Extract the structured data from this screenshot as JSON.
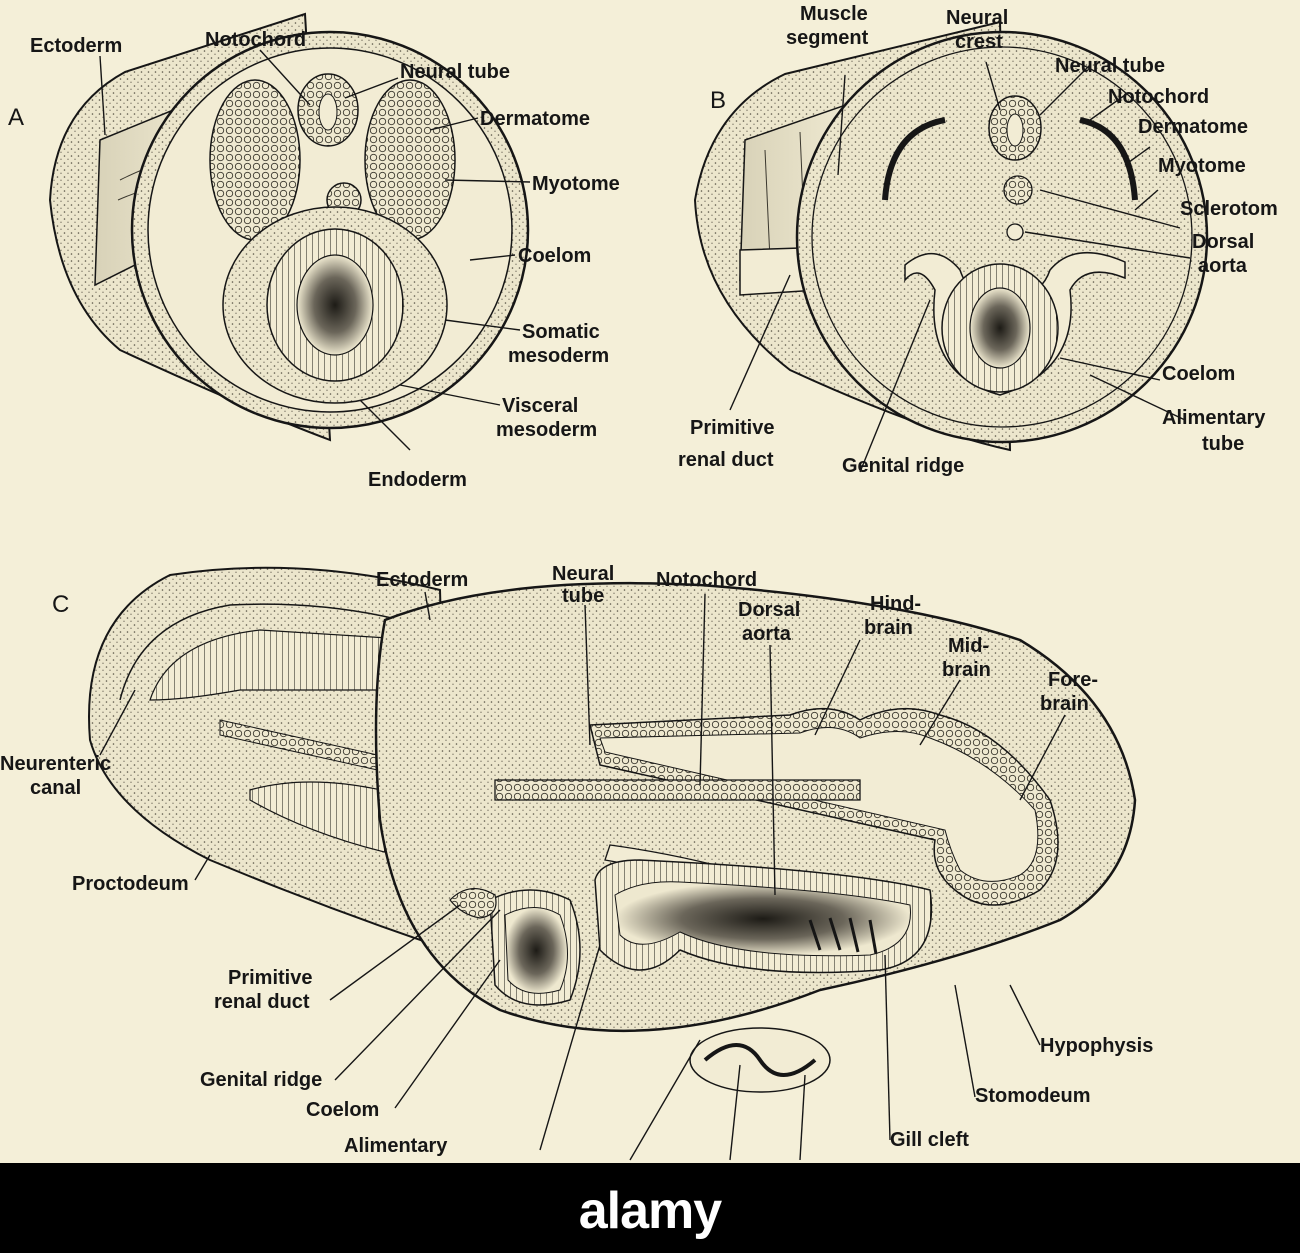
{
  "panels": {
    "a": "A",
    "b": "B",
    "c": "C"
  },
  "labels": {
    "a_ectoderm": "Ectoderm",
    "a_notochord": "Notochord",
    "a_neural_tube": "Neural tube",
    "a_dermatome": "Dermatome",
    "a_myotome": "Myotome",
    "a_coelom": "Coelom",
    "a_somatic_1": "Somatic",
    "a_somatic_2": "mesoderm",
    "a_visceral_1": "Visceral",
    "a_visceral_2": "mesoderm",
    "a_endoderm": "Endoderm",
    "b_muscle_1": "Muscle",
    "b_muscle_2": "segment",
    "b_neural_crest_1": "Neural",
    "b_neural_crest_2": "crest",
    "b_neural_tube": "Neural tube",
    "b_notochord": "Notochord",
    "b_dermatome": "Dermatome",
    "b_myotome": "Myotome",
    "b_sclerotome": "Sclerotom",
    "b_dorsal_1": "Dorsal",
    "b_dorsal_2": "aorta",
    "b_coelom": "Coelom",
    "b_alimentary_1": "Alimentary",
    "b_alimentary_2": "tube",
    "b_genital": "Genital ridge",
    "b_renal_1": "Primitive",
    "b_renal_2": "renal duct",
    "c_ectoderm": "Ectoderm",
    "c_neural_1": "Neural",
    "c_neural_2": "tube",
    "c_notochord": "Notochord",
    "c_dorsal_1": "Dorsal",
    "c_dorsal_2": "aorta",
    "c_hind_1": "Hind-",
    "c_hind_2": "brain",
    "c_mid_1": "Mid-",
    "c_mid_2": "brain",
    "c_fore_1": "Fore-",
    "c_fore_2": "brain",
    "c_neurenteric_1": "Neurenteric",
    "c_neurenteric_2": "canal",
    "c_proctodeum": "Proctodeum",
    "c_renal_1": "Primitive",
    "c_renal_2": "renal duct",
    "c_genital": "Genital ridge",
    "c_coelom": "Coelom",
    "c_alimentary": "Alimentary",
    "c_gill": "Gill cleft",
    "c_hypophysis": "Hypophysis",
    "c_stomodeum": "Stomodeum"
  },
  "watermark": "alamy"
}
